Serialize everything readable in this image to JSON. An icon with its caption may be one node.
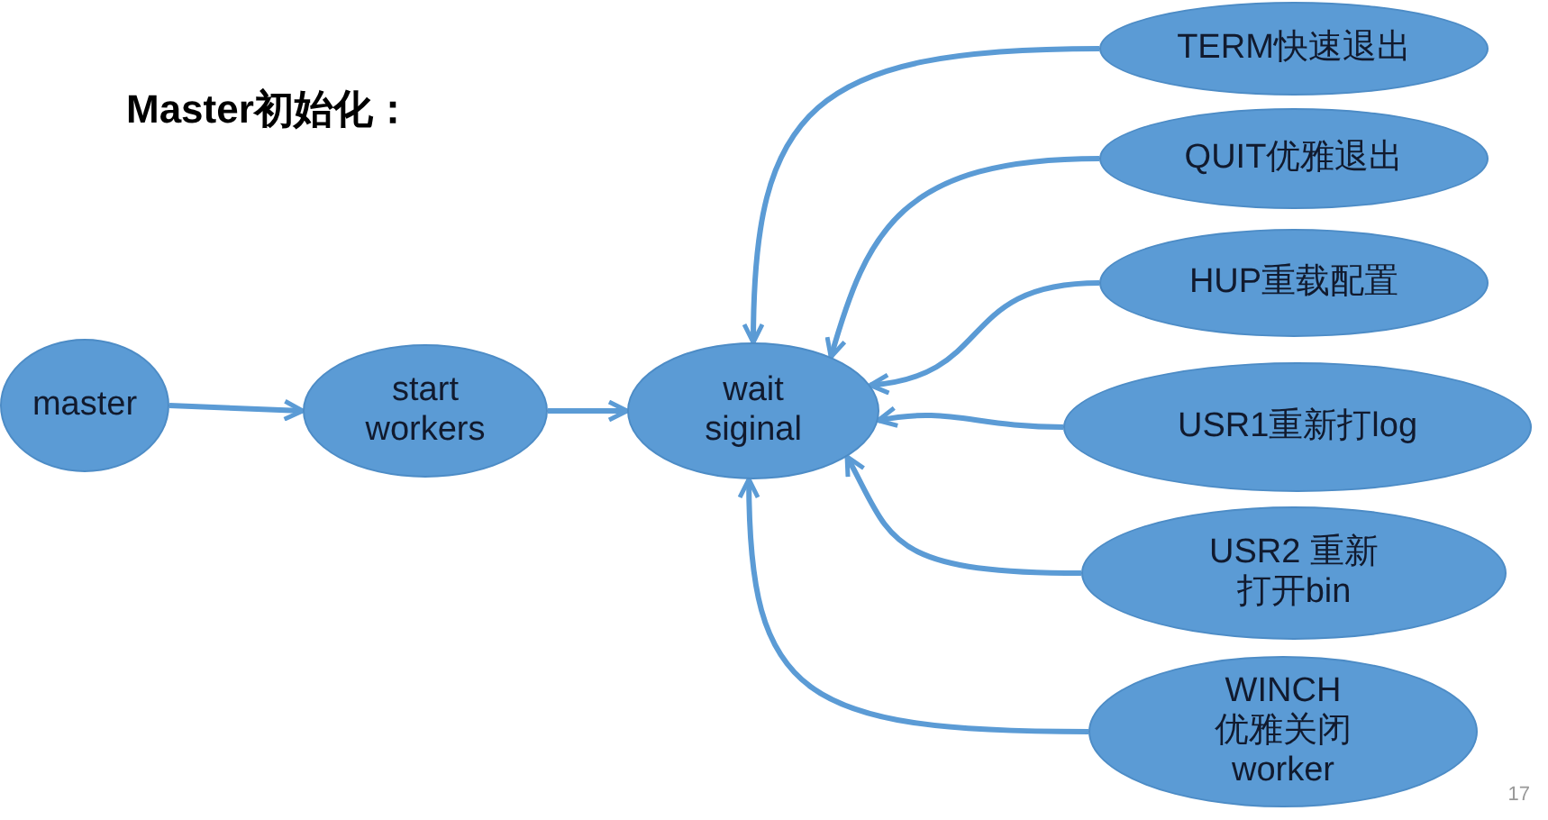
{
  "diagram": {
    "title": "Master初始化：",
    "nodes": [
      {
        "text": [
          "master"
        ]
      },
      {
        "text": [
          "start workers"
        ]
      },
      {
        "text": [
          "wait siginal"
        ]
      },
      {
        "text": [
          "TERM快速退出"
        ]
      },
      {
        "text": [
          "QUIT优雅退出"
        ]
      },
      {
        "text": [
          "HUP重载配置"
        ]
      },
      {
        "text": [
          "USR1重新打log"
        ]
      },
      {
        "text": [
          "USR2 重新打开bin"
        ]
      },
      {
        "text": [
          "WINCH 优雅关闭 worker"
        ]
      }
    ],
    "edges": [
      {
        "from": 0,
        "to": 1,
        "arrow": "to"
      },
      {
        "from": 1,
        "to": 2,
        "arrow": "to"
      },
      {
        "from": 3,
        "to": 2,
        "arrow": "to"
      },
      {
        "from": 4,
        "to": 2,
        "arrow": "to"
      },
      {
        "from": 5,
        "to": 2,
        "arrow": "to"
      },
      {
        "from": 6,
        "to": 2,
        "arrow": "to"
      },
      {
        "from": 7,
        "to": 2,
        "arrow": "to"
      },
      {
        "from": 8,
        "to": 2,
        "arrow": "to"
      }
    ],
    "labels": [
      "17"
    ]
  }
}
